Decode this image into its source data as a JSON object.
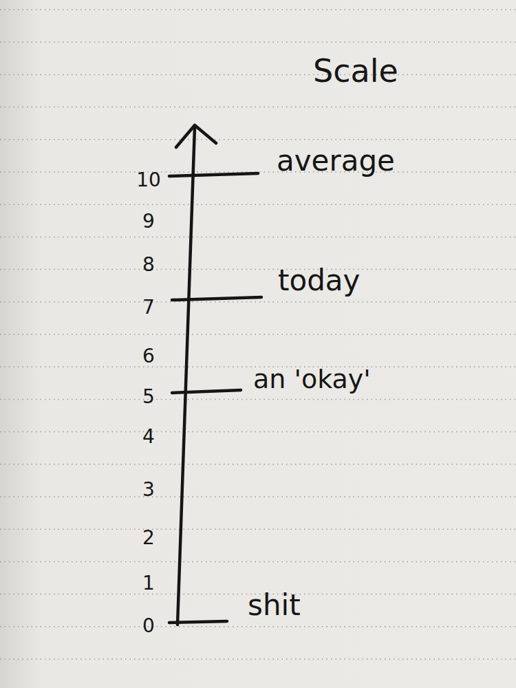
{
  "diagram": {
    "title": "Scale",
    "labels": [
      "10",
      "9",
      "8",
      "7",
      "6",
      "5",
      "4",
      "3",
      "2",
      "1",
      "0",
      "average",
      "today",
      "an 'okay'",
      "shit"
    ]
  }
}
